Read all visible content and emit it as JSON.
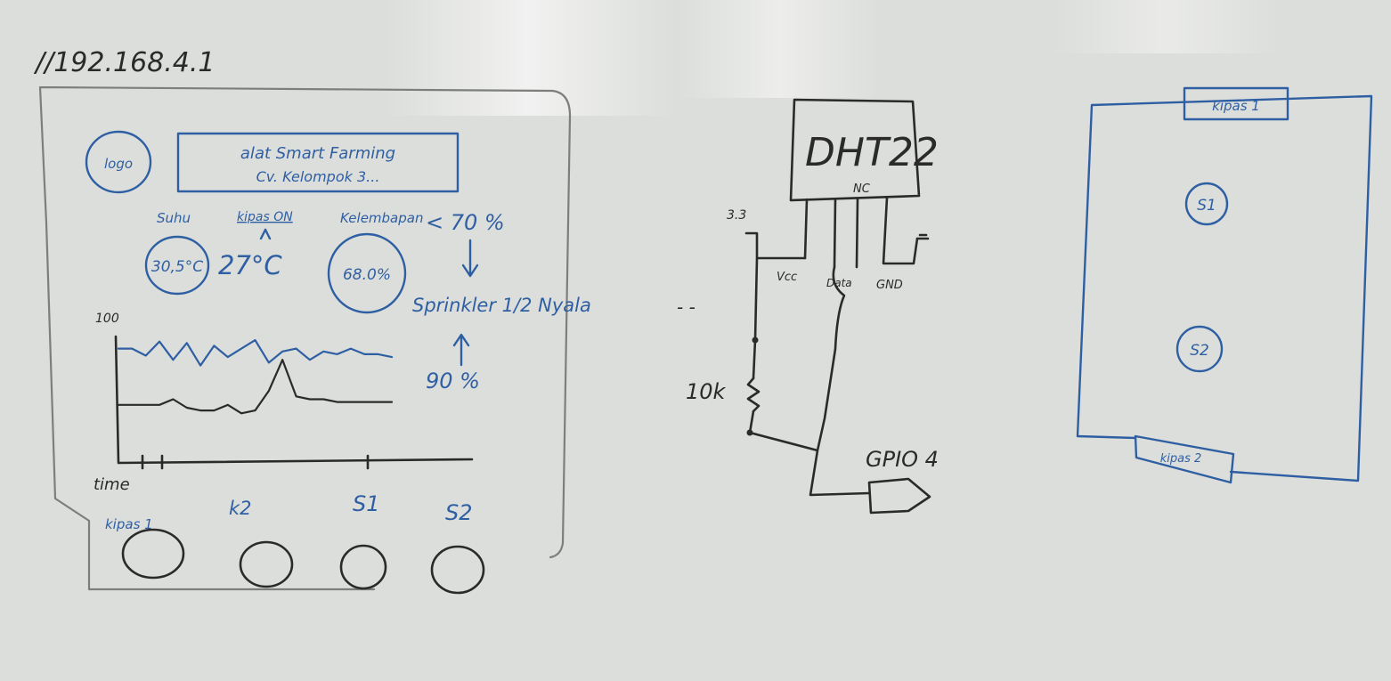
{
  "url": "//192.168.4.1",
  "web_ui": {
    "logo_label": "logo",
    "title_line1": "alat Smart Farming",
    "title_line2": "Cv. Kelompok 3...",
    "suhu_label": "Suhu",
    "kipas_on_label": "kipas ON",
    "suhu_value": "30,5°C",
    "suhu_threshold": "27°C",
    "kelembapan_label": "Kelembapan",
    "kelembapan_threshold": "< 70 %",
    "kelembapan_value": "68.0%",
    "sprinkler_label": "Sprinkler 1/2 Nyala",
    "upper_threshold": "90 %",
    "chart_ymax": "100",
    "chart_xlabel": "time",
    "buttons": [
      {
        "label": "kipas 1"
      },
      {
        "label": "k2"
      },
      {
        "label": "S1"
      },
      {
        "label": "S2"
      }
    ]
  },
  "circuit": {
    "sensor_name": "DHT22",
    "nc_label": "NC",
    "supply_label": "3.3",
    "vcc_label": "Vcc",
    "data_label": "Data",
    "gnd_label": "GND",
    "resistor_label": "10k",
    "gpio_label": "GPIO 4"
  },
  "layout_plan": {
    "top_label": "kipas 1",
    "s1_label": "S1",
    "s2_label": "S2",
    "bottom_label": "kipas 2"
  },
  "colors": {
    "board": "#dfe1de",
    "marker_blue": "#2f5fa3",
    "marker_black": "#2a2a2a",
    "marker_gray": "#7d7f7c"
  },
  "chart_data": {
    "type": "line",
    "xlabel": "time",
    "ylabel": "",
    "ylim": [
      0,
      100
    ],
    "x": [
      0,
      1,
      2,
      3,
      4,
      5,
      6,
      7,
      8,
      9,
      10,
      11,
      12,
      13,
      14,
      15,
      16,
      17,
      18,
      19,
      20
    ],
    "series": [
      {
        "values": [
          80,
          80,
          75,
          85,
          72,
          84,
          68,
          82,
          74,
          80,
          86,
          70,
          78,
          80,
          72,
          78,
          76,
          80,
          76,
          76,
          74
        ]
      },
      {
        "values": [
          40,
          40,
          40,
          40,
          44,
          38,
          36,
          36,
          40,
          34,
          36,
          50,
          72,
          46,
          44,
          44,
          42,
          42,
          42,
          42,
          42
        ]
      }
    ]
  }
}
